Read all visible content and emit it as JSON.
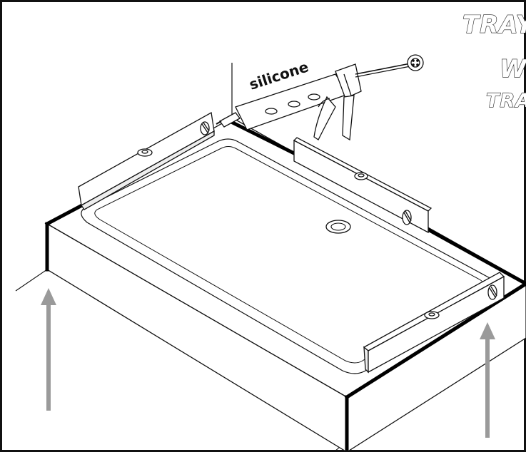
{
  "diagram": {
    "callout_label": "silicone",
    "heading_lines": [
      "TRAY",
      "W",
      "TRA"
    ],
    "colors": {
      "outline": "#111111",
      "arrow": "#9a9a9a",
      "background": "#ffffff",
      "silicone_seal": "#000000"
    },
    "icons": [
      "caulking-gun-icon",
      "spirit-level-icon",
      "drain-icon",
      "up-arrow-icon"
    ]
  }
}
